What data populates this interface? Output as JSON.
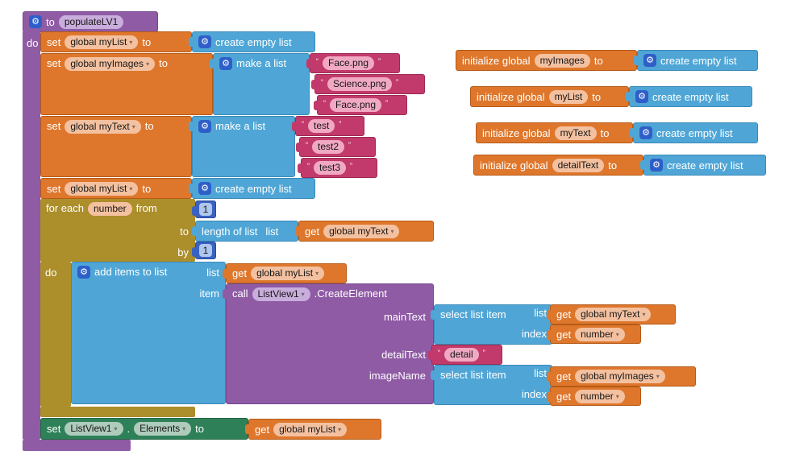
{
  "colors": {
    "procedure": "#8F5BA5",
    "variables": "#DE772C",
    "lists": "#4FA6D6",
    "text": "#C23A6B",
    "math": "#3A62C2",
    "control": "#AC8E2B",
    "component": "#2E8058",
    "gear_badge": "#2E5FC9",
    "canvas": "#ffffff"
  },
  "icons": {
    "gear": "⚙",
    "dropdown": "▾"
  },
  "kw": {
    "to": "to",
    "set": "set",
    "get": "get",
    "call": "call",
    "do": "do",
    "for_each": "for each",
    "from": "from",
    "by": "by",
    "list": "list",
    "item": "item",
    "index": "index",
    "init": "initialize global",
    "dot": ".",
    "oq": "“",
    "cq": "”"
  },
  "ops": {
    "create_empty_list": "create empty list",
    "make_a_list": "make a list",
    "length_of_list": "length of list",
    "add_items_to_list": "add items to list",
    "select_list_item": "select list item"
  },
  "procedure": {
    "name": "populateLV1"
  },
  "vars": {
    "myList": "global myList",
    "myImages": "global myImages",
    "myText": "global myText",
    "number": "number"
  },
  "strings": {
    "images": [
      "Face.png",
      "Science.png",
      "Face.png"
    ],
    "texts": [
      "test",
      "test2",
      "test3"
    ],
    "detail": "detail"
  },
  "numbers": {
    "from": "1",
    "by": "1"
  },
  "call": {
    "component": "ListView1",
    "method": ".CreateElement",
    "params": [
      "mainText",
      "detailText",
      "imageName"
    ]
  },
  "setter": {
    "component": "ListView1",
    "property": "Elements"
  },
  "init": [
    {
      "name": "myImages"
    },
    {
      "name": "myList"
    },
    {
      "name": "myText"
    },
    {
      "name": "detailText"
    }
  ]
}
